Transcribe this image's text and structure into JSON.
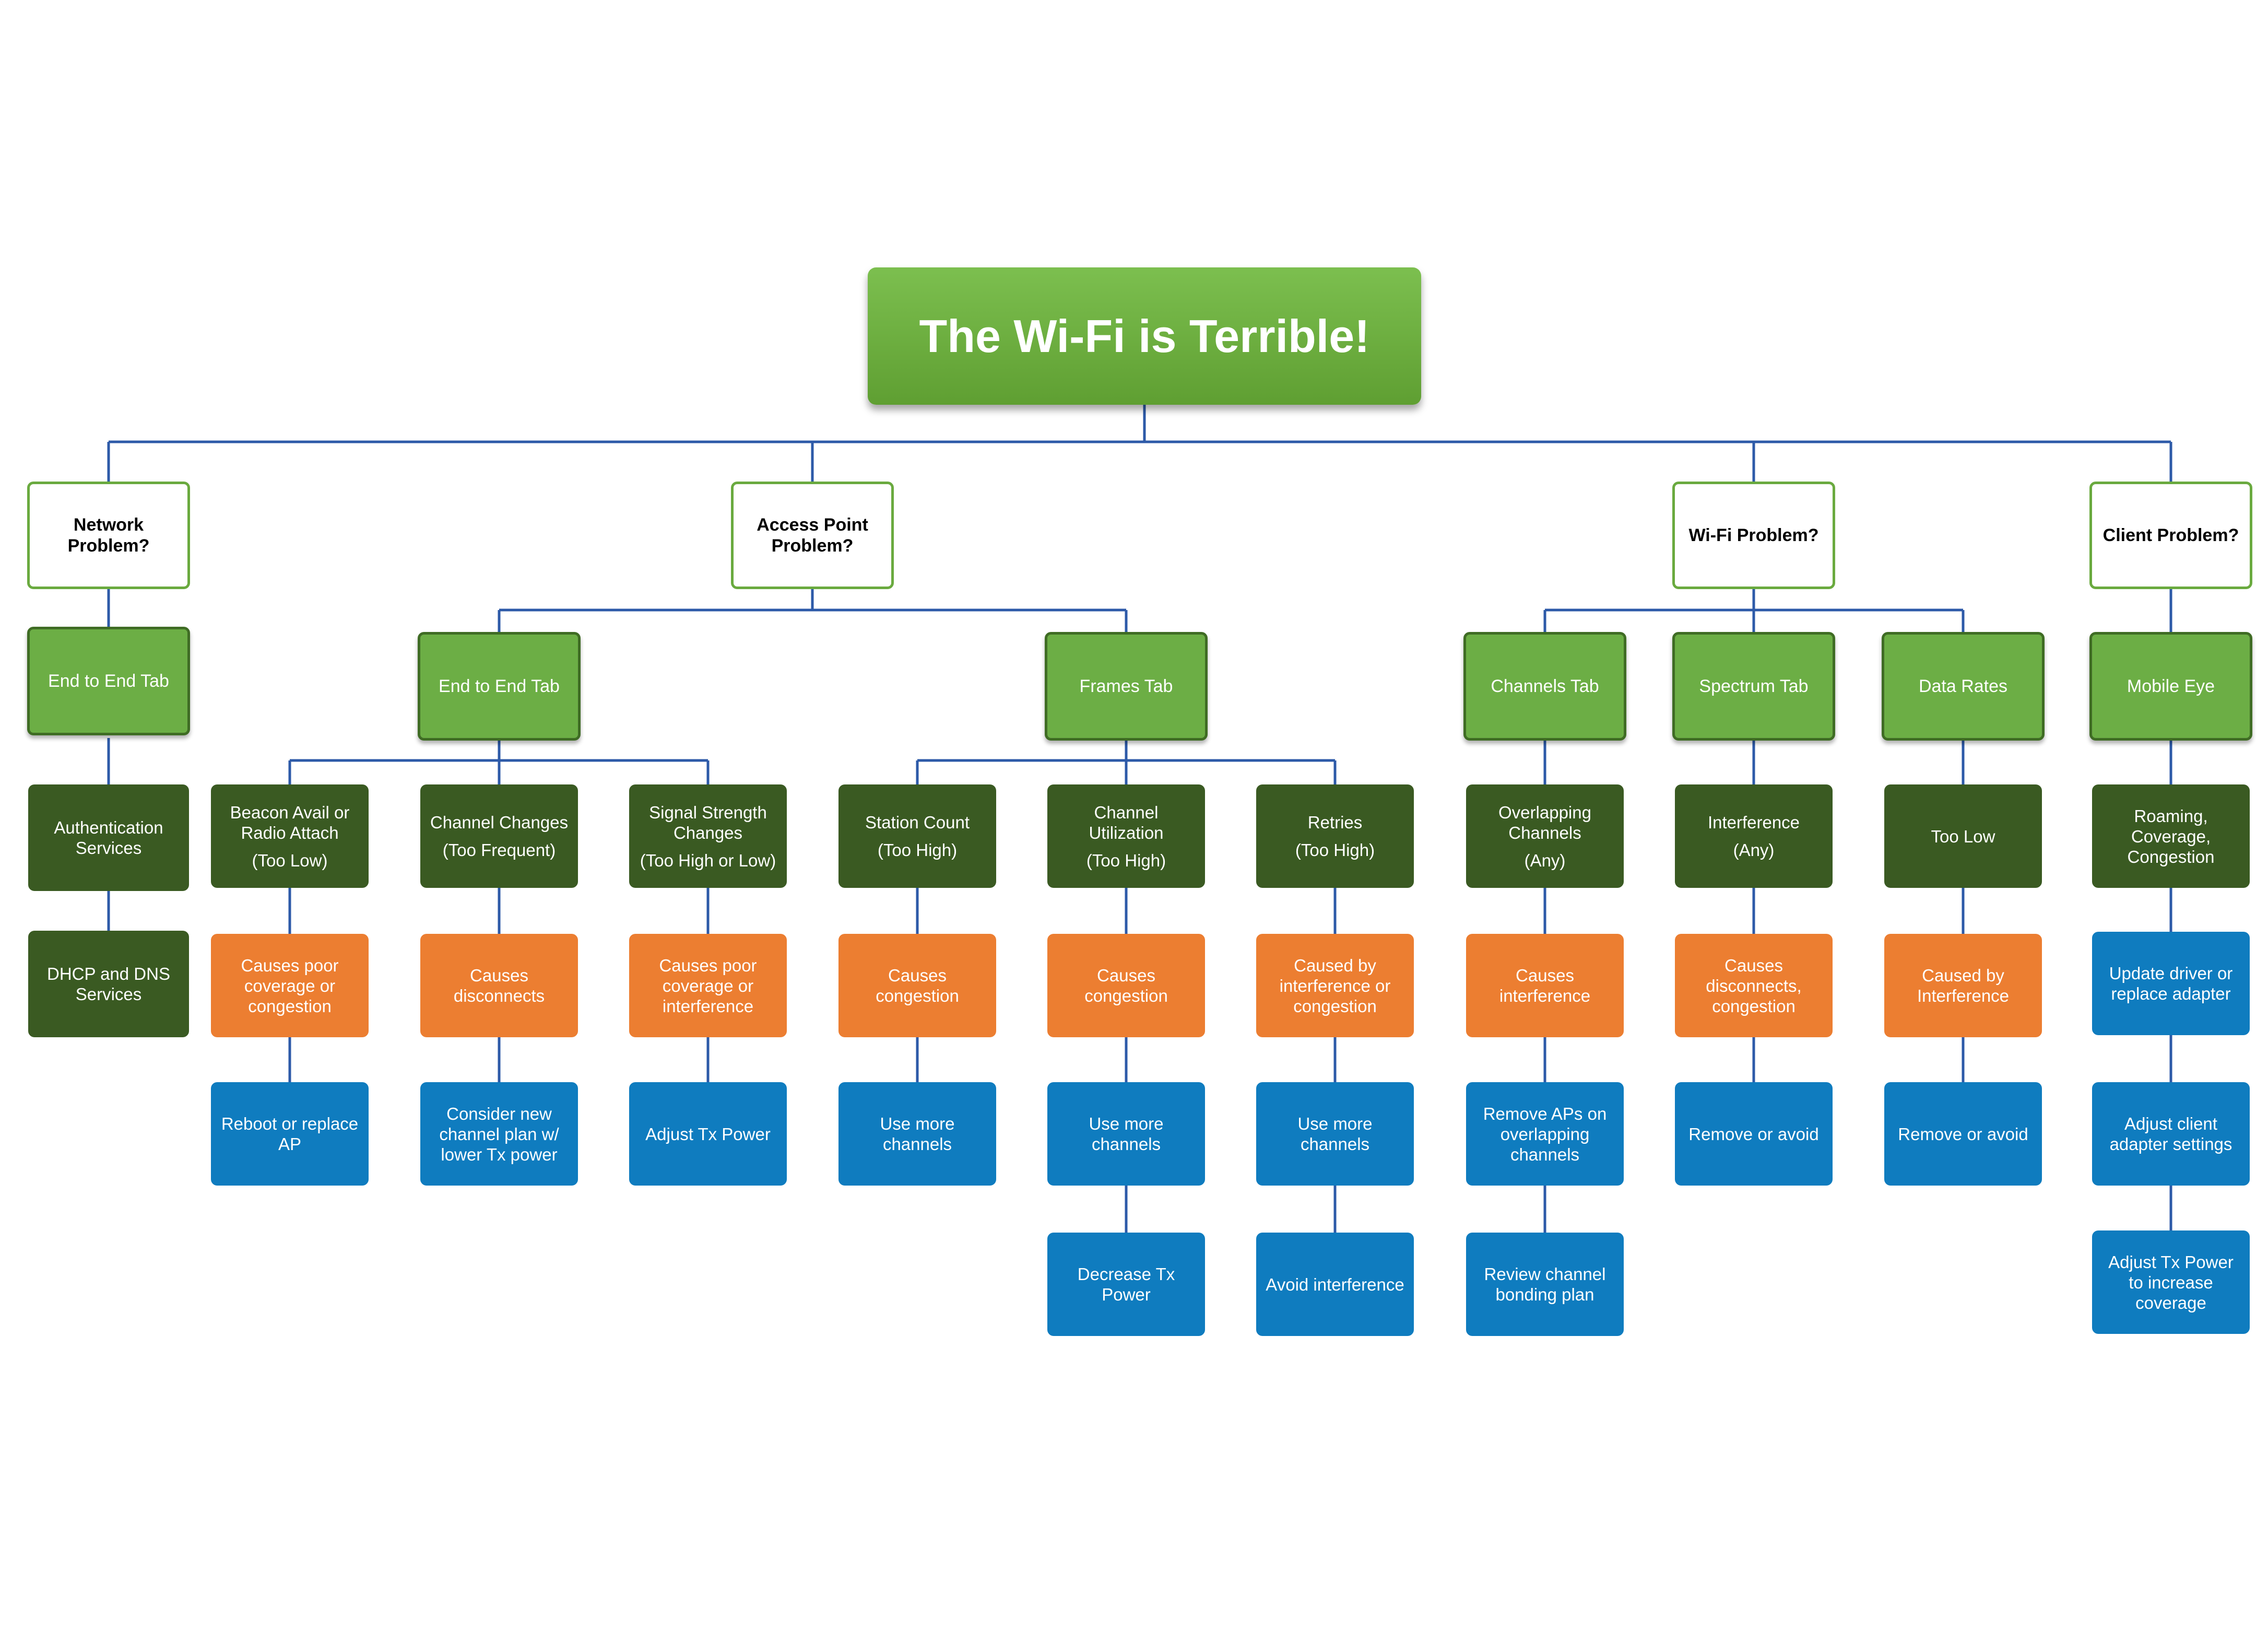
{
  "title": "The Wi-Fi is Terrible!",
  "categories": [
    {
      "label": "Network Problem?"
    },
    {
      "label": "Access Point Problem?"
    },
    {
      "label": "Wi-Fi Problem?"
    },
    {
      "label": "Client Problem?"
    }
  ],
  "tabs": {
    "network_end_to_end": "End to End Tab",
    "ap_end_to_end": "End to End Tab",
    "frames": "Frames Tab",
    "channels": "Channels Tab",
    "spectrum": "Spectrum Tab",
    "data_rates": "Data Rates",
    "mobile_eye": "Mobile Eye"
  },
  "network_items": [
    "Authentication Services",
    "DHCP and DNS Services"
  ],
  "metrics": [
    {
      "label": "Beacon Avail or Radio Attach",
      "sub": "(Too Low)"
    },
    {
      "label": "Channel Changes",
      "sub": "(Too Frequent)"
    },
    {
      "label": "Signal Strength Changes",
      "sub": "(Too High or Low)"
    },
    {
      "label": "Station Count",
      "sub": "(Too High)"
    },
    {
      "label": "Channel Utilization",
      "sub": "(Too High)"
    },
    {
      "label": "Retries",
      "sub": "(Too High)"
    },
    {
      "label": "Overlapping Channels",
      "sub": "(Any)"
    },
    {
      "label": "Interference",
      "sub": "(Any)"
    },
    {
      "label": "Too Low",
      "sub": ""
    },
    {
      "label": "Roaming, Coverage, Congestion",
      "sub": ""
    }
  ],
  "causes": [
    "Causes poor coverage or congestion",
    "Causes disconnects",
    "Causes poor coverage or interference",
    "Causes congestion",
    "Causes congestion",
    "Caused by interference or congestion",
    "Causes interference",
    "Causes disconnects, congestion",
    "Caused by Interference",
    "Update driver or replace adapter"
  ],
  "actions": [
    "Reboot or replace AP",
    "Consider new channel plan w/ lower Tx power",
    "Adjust Tx Power",
    "Use more channels",
    "Use more channels",
    "Use more channels",
    "Remove APs on overlapping channels",
    "Remove or avoid",
    "Remove or avoid",
    "Adjust client adapter settings"
  ],
  "extra_actions": [
    "Decrease Tx Power",
    "Avoid interference",
    "Review channel bonding plan",
    "Adjust Tx Power to increase coverage"
  ],
  "colors": {
    "connector": "#2d5aa8",
    "root": "#6cae45",
    "question_border": "#6aaa3f",
    "tab": "#6cae45",
    "metric": "#3a5a22",
    "cause": "#ec7e31",
    "action": "#0f7cbf"
  }
}
